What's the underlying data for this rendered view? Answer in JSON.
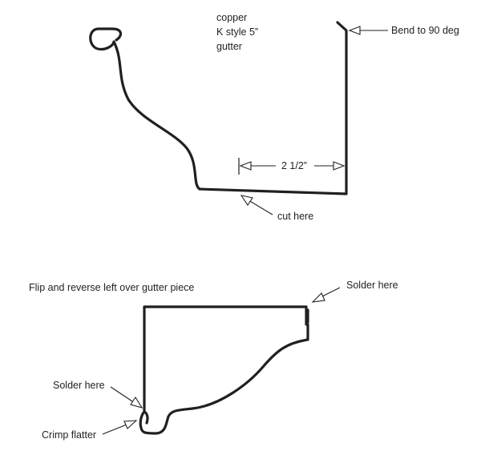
{
  "top_diagram": {
    "title_lines": [
      "copper",
      "K style 5”",
      "gutter"
    ],
    "bend_label": "Bend to 90 deg",
    "dimension_label": "2 1/2”",
    "cut_label": "cut here"
  },
  "bottom_diagram": {
    "instruction": "Flip and reverse left over gutter piece",
    "solder_top_label": "Solder here",
    "solder_left_label": "Solder here",
    "crimp_label": "Crimp flatter"
  },
  "colors": {
    "line": "#231f20",
    "background": "#ffffff"
  }
}
